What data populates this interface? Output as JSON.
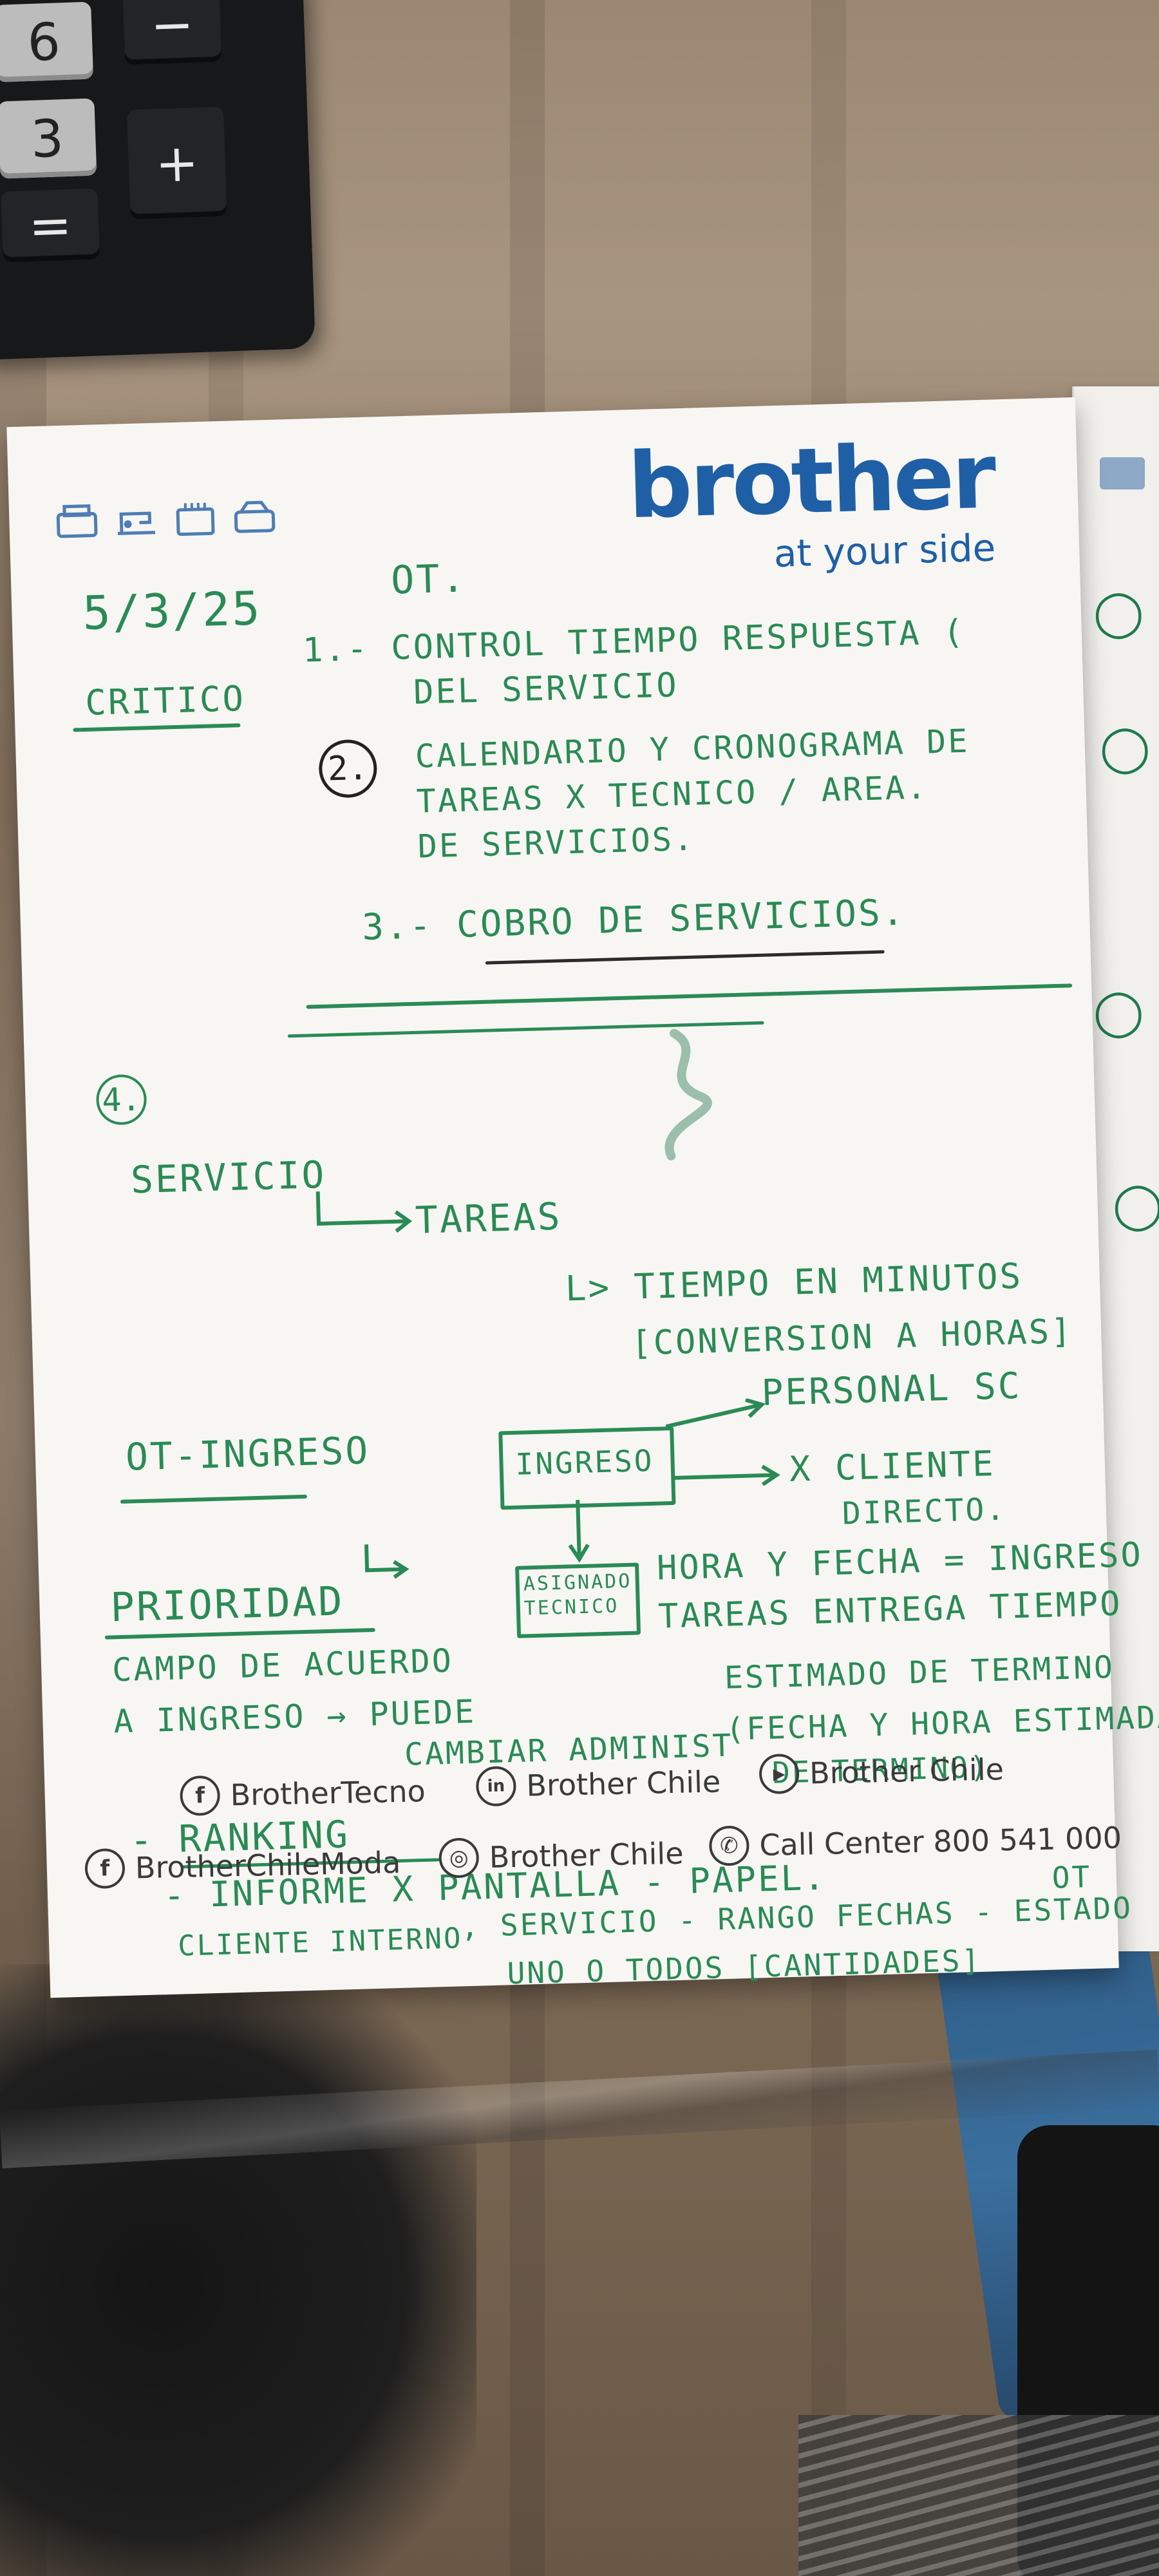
{
  "calculator": {
    "keys": [
      "6",
      "−",
      "3",
      "+",
      "="
    ]
  },
  "brand": {
    "logo": "brother",
    "tagline": "at your side"
  },
  "notes": {
    "date": "5/3/25",
    "critico": "CRITICO",
    "ot_label": "OT.",
    "item1_a": "1.- CONTROL TIEMPO RESPUESTA (",
    "item1_b": "DEL SERVICIO",
    "item2_num": "2.",
    "item2_a": "CALENDARIO Y CRONOGRAMA DE",
    "item2_b": "TAREAS X TECNICO / AREA.",
    "item2_c": "DE SERVICIOS.",
    "item3": "3.- COBRO DE SERVICIOS.",
    "item4_num": "4.",
    "servicio": "SERVICIO",
    "tareas": "TAREAS",
    "tiempo": "L> TIEMPO EN MINUTOS",
    "conversion": "[CONVERSION A HORAS]",
    "ot_ingreso": "OT-INGRESO",
    "personal_sc": "PERSONAL SC",
    "ingreso_box": "INGRESO",
    "cliente": "X CLIENTE",
    "directo": "DIRECTO.",
    "hora_fecha": "HORA Y FECHA = INGRESO",
    "asignado": "ASIGNADO TECNICO",
    "tareas_entrega": "TAREAS ENTREGA TIEMPO",
    "prioridad": "PRIORIDAD",
    "campo_a": "CAMPO DE ACUERDO",
    "campo_b": "A INGRESO → PUEDE",
    "cambiar": "CAMBIAR ADMINIST",
    "estimado": "ESTIMADO DE TERMINO",
    "fecha_hora_estimada": "(FECHA Y HORA ESTIMADA",
    "de_termino": "DE TERMINO)",
    "ranking": "- RANKING",
    "informe": "- INFORME X PANTALLA - PAPEL.",
    "cliente_interno": "CLIENTE INTERNO",
    "servicio_rango": ", SERVICIO - RANGO FECHAS - ESTADO",
    "ot_short": "OT",
    "uno_todos": "UNO O TODOS [CANTIDADES]"
  },
  "footer": {
    "social": [
      {
        "icon": "facebook-icon",
        "glyph": "f",
        "label": "BrotherTecno"
      },
      {
        "icon": "linkedin-icon",
        "glyph": "in",
        "label": "Brother Chile"
      },
      {
        "icon": "youtube-icon",
        "glyph": "▶",
        "label": "Brother Chile"
      },
      {
        "icon": "facebook-icon",
        "glyph": "f",
        "label": "BrotherChileModa"
      },
      {
        "icon": "instagram-icon",
        "glyph": "◎",
        "label": "Brother Chile"
      },
      {
        "icon": "phone-icon",
        "glyph": "✆",
        "label": "Call Center 800 541 000"
      }
    ]
  },
  "colors": {
    "ink_green": "#2a8a55",
    "brand_blue": "#1f5fa6",
    "paper": "#f7f6f3"
  }
}
